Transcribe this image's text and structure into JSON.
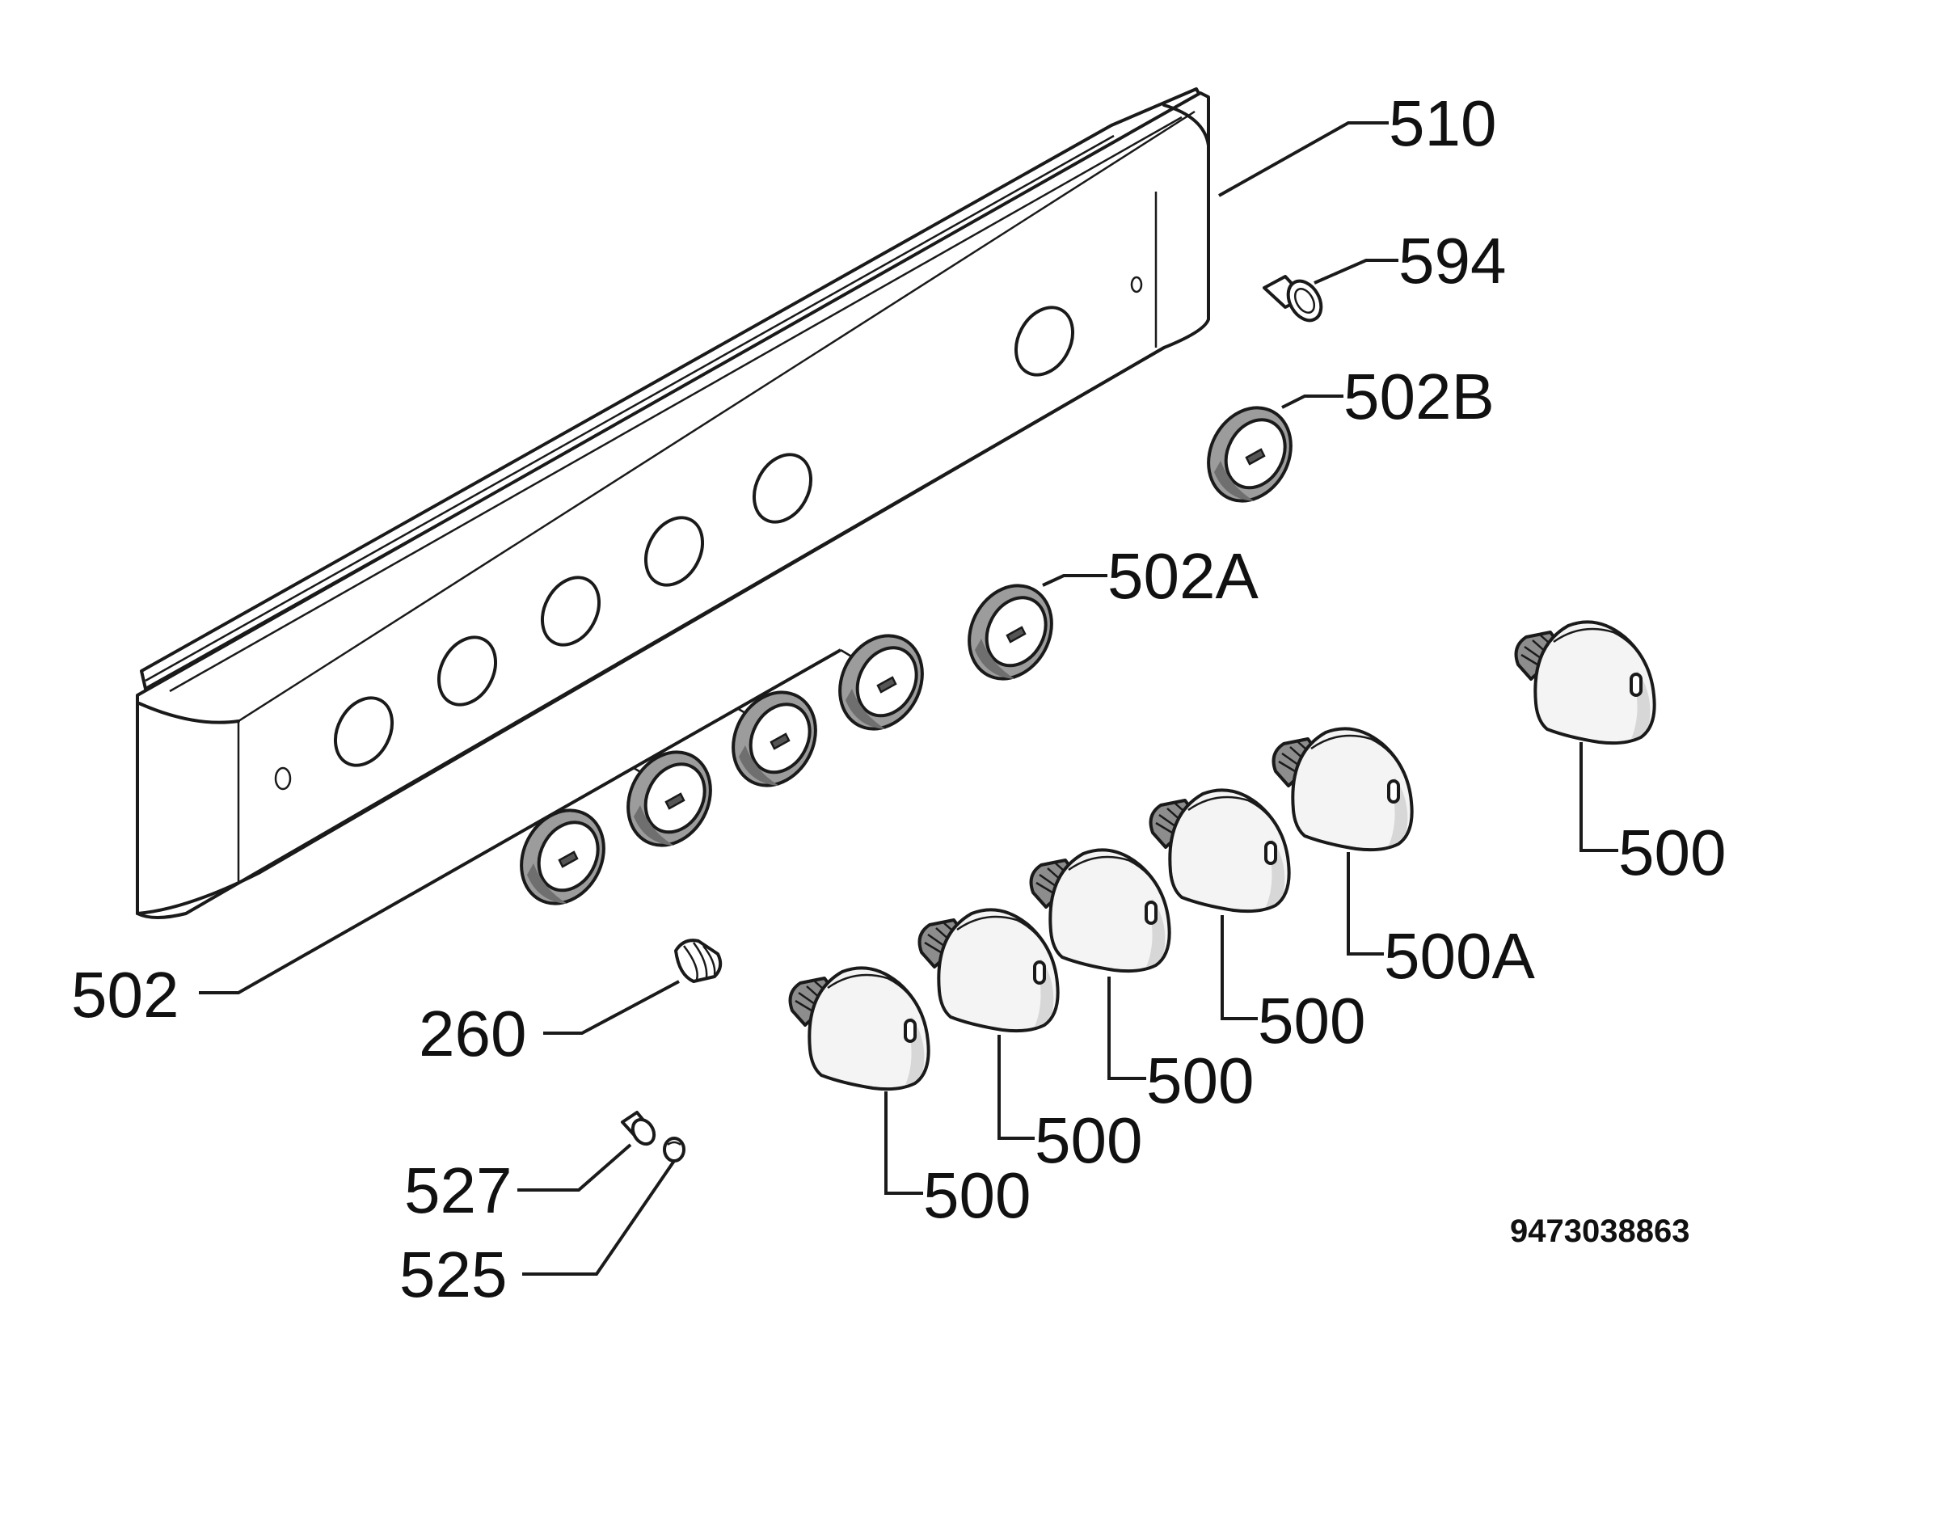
{
  "labels": {
    "p510": "510",
    "p594": "594",
    "p502b": "502B",
    "p502a": "502A",
    "p502": "502",
    "p260": "260",
    "p527": "527",
    "p525": "525",
    "p500_1": "500",
    "p500_2": "500",
    "p500_3": "500",
    "p500_4": "500",
    "p500a": "500A",
    "p500_6": "500"
  },
  "drawing_code": "9473038863",
  "colors": {
    "line": "#1a1a1a",
    "ring": "#9c9c9c",
    "knob": "#f4f4f4"
  }
}
